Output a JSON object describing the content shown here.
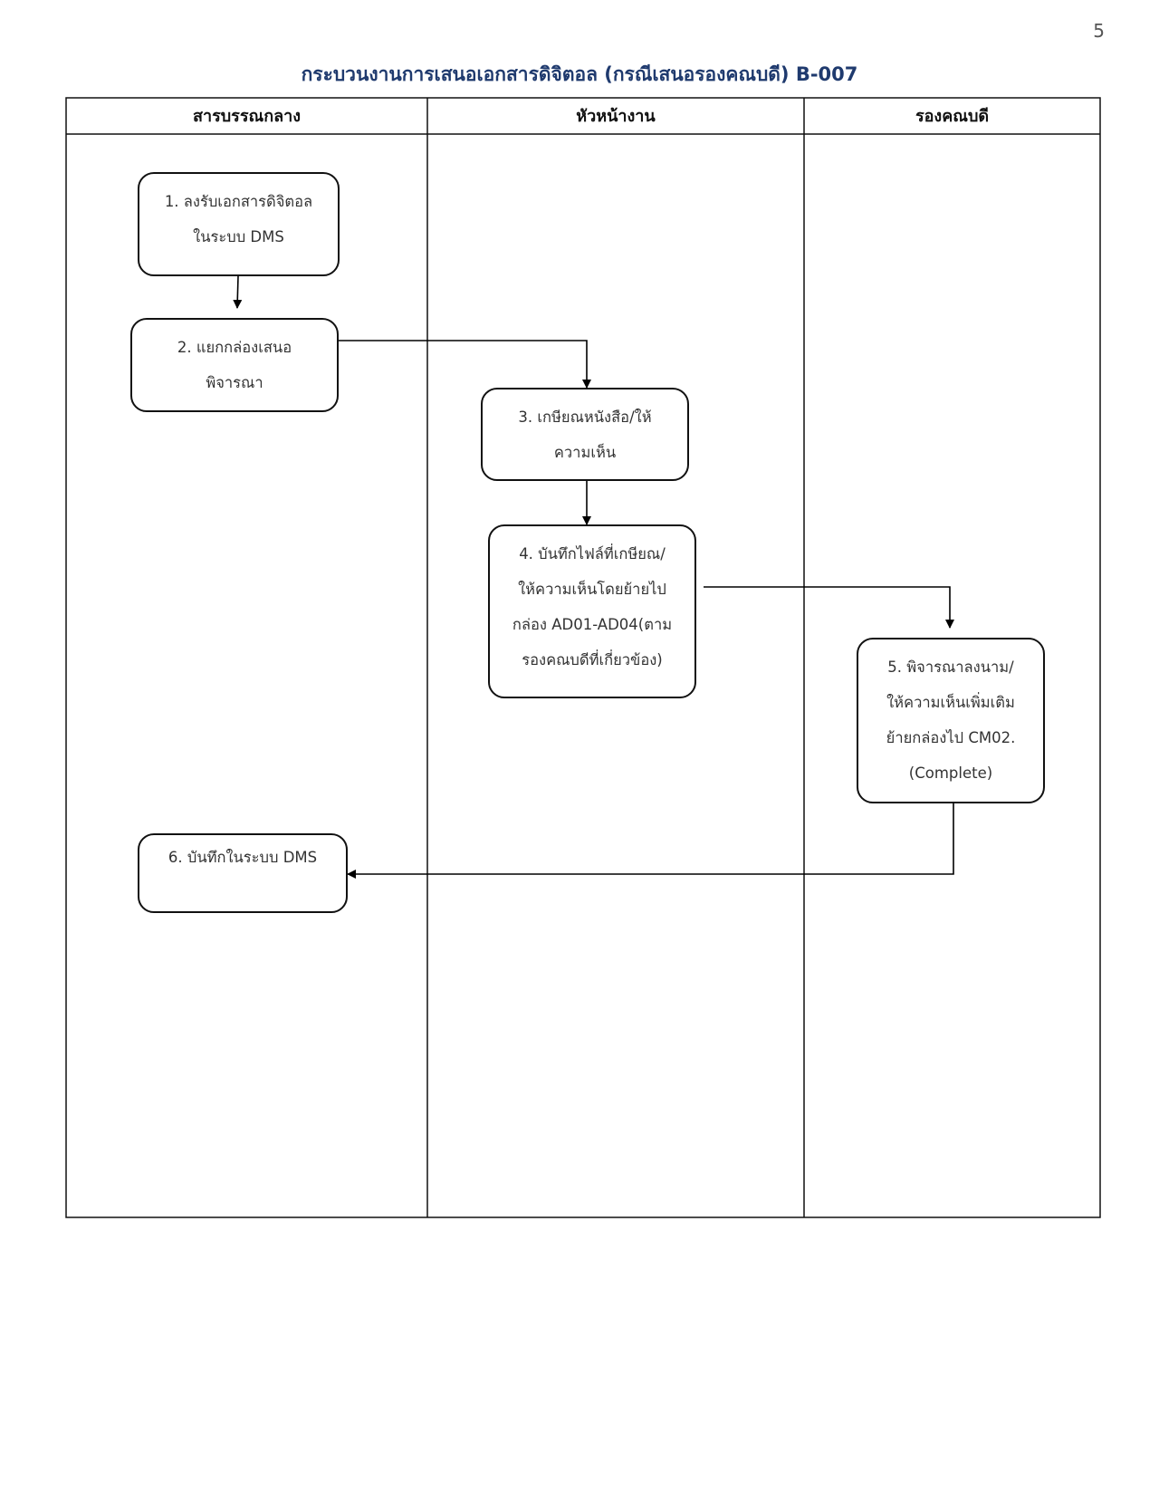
{
  "page_number": "5",
  "title": "กระบวนงานการเสนอเอกสารดิจิตอล (กรณีเสนอรองคณบดี) B-007",
  "lanes": [
    {
      "label": "สารบรรณกลาง"
    },
    {
      "label": "หัวหน้างาน"
    },
    {
      "label": "รองคณบดี"
    }
  ],
  "steps": [
    {
      "lines": [
        "1. ลงรับเอกสารดิจิตอล",
        "ในระบบ DMS"
      ]
    },
    {
      "lines": [
        "2. แยกกล่องเสนอ",
        "พิจารณา"
      ]
    },
    {
      "lines": [
        "3. เกษียณหนังสือ/ให้",
        "ความเห็น"
      ]
    },
    {
      "lines": [
        "4.  บันทึกไฟล์ที่เกษียณ/",
        "ให้ความเห็นโดยย้ายไป",
        "กล่อง AD01-AD04(ตาม",
        "รองคณบดีที่เกี่ยวข้อง)"
      ]
    },
    {
      "lines": [
        "5. พิจารณาลงนาม/",
        "ให้ความเห็นเพิ่มเติม",
        "ย้ายกล่องไป CM02.",
        "(Complete)"
      ]
    },
    {
      "lines": [
        "6. บันทึกในระบบ DMS"
      ]
    }
  ],
  "connectors": [
    {
      "from": "step-1",
      "to": "step-2"
    },
    {
      "from": "step-2",
      "to": "step-3"
    },
    {
      "from": "step-3",
      "to": "step-4"
    },
    {
      "from": "step-4",
      "to": "step-5"
    },
    {
      "from": "step-5",
      "to": "step-6"
    }
  ]
}
